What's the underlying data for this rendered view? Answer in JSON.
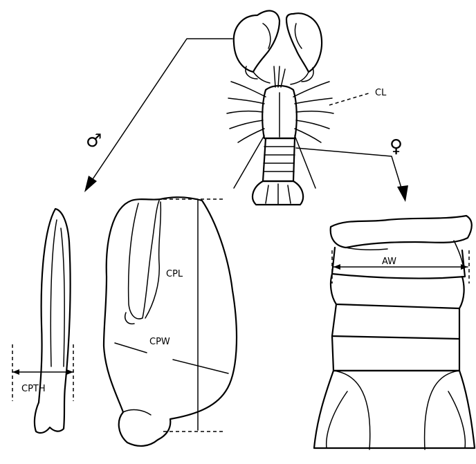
{
  "labels": {
    "cl": "CL",
    "cpl": "CPL",
    "cpw": "CPW",
    "cpth": "CPTH",
    "aw": "AW"
  },
  "symbols": {
    "male": "♂",
    "female": "♀"
  }
}
